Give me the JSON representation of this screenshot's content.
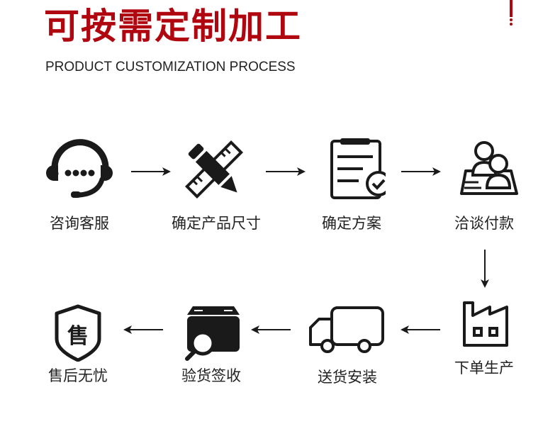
{
  "header": {
    "title": "可按需定制加工",
    "subtitle": "PRODUCT CUSTOMIZATION PROCESS"
  },
  "colors": {
    "accent": "#b0060f",
    "icon": "#1a1a1a"
  },
  "steps": [
    {
      "label": "咨询客服",
      "icon": "headset-icon"
    },
    {
      "label": "确定产品尺寸",
      "icon": "pencil-ruler-icon"
    },
    {
      "label": "确定方案",
      "icon": "clipboard-check-icon"
    },
    {
      "label": "洽谈付款",
      "icon": "meeting-people-icon"
    },
    {
      "label": "下单生产",
      "icon": "factory-icon"
    },
    {
      "label": "送货安装",
      "icon": "truck-icon"
    },
    {
      "label": "验货签收",
      "icon": "box-inspect-icon"
    },
    {
      "label": "售后无忧",
      "icon": "shield-after-sales-icon",
      "badge_text": "售"
    }
  ]
}
